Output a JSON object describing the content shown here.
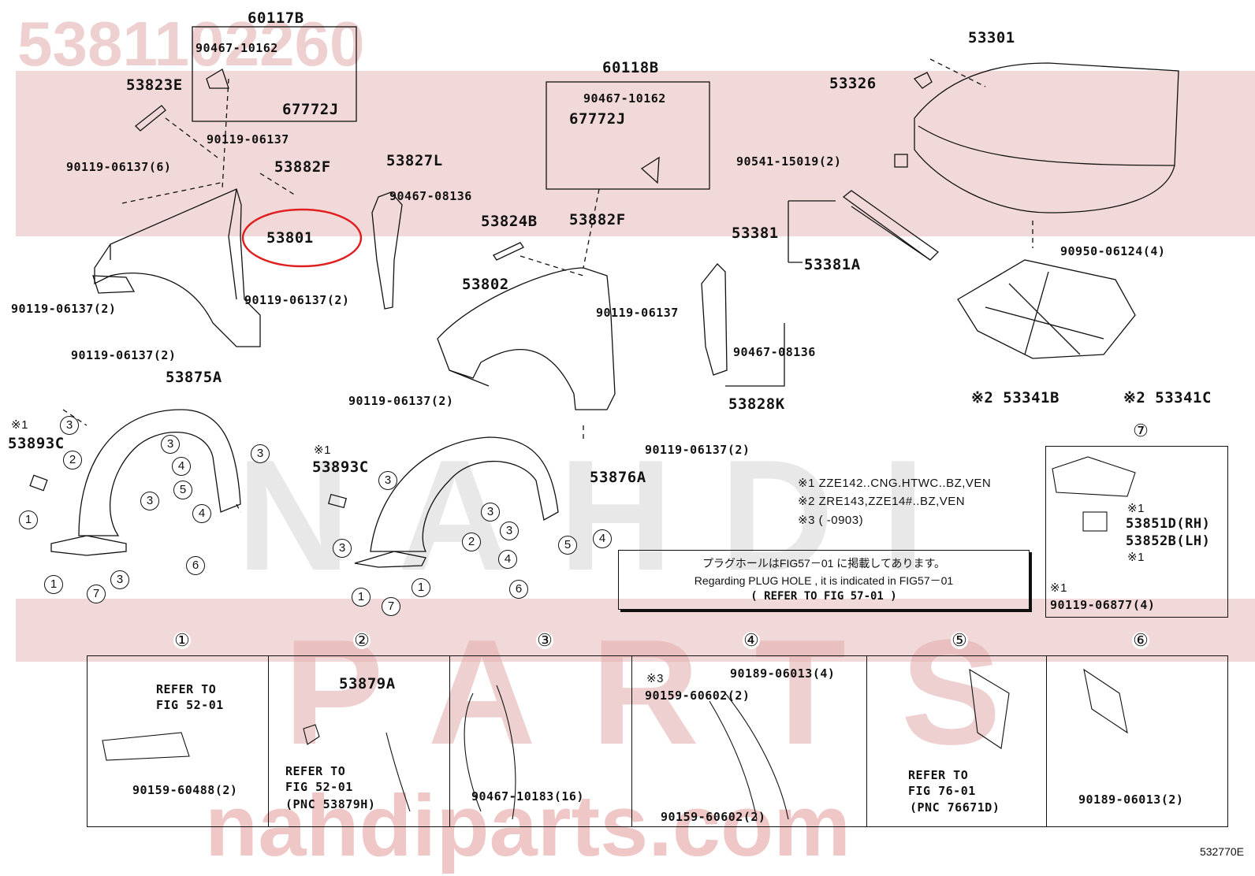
{
  "watermark": {
    "part_number": "5381102260",
    "brand": "NAHDI",
    "word": "PARTS",
    "site": "nahdiparts.com"
  },
  "labels": {
    "p60117B": "60117B",
    "p90467_10162_a": "90467-10162",
    "p53823E": "53823E",
    "p67772J_a": "67772J",
    "p90119_06137_a": "90119-06137",
    "p90119_06137_6": "90119-06137(6)",
    "p53882F_a": "53882F",
    "p53801": "53801",
    "p90119_06137_2a": "90119-06137(2)",
    "p90119_06137_2b": "90119-06137(2)",
    "p90119_06137_2c": "90119-06137(2)",
    "p53827L": "53827L",
    "p90467_08136_a": "90467-08136",
    "p53875A": "53875A",
    "p53893C_a": "53893C",
    "p60118B": "60118B",
    "p90467_10162_b": "90467-10162",
    "p67772J_b": "67772J",
    "p53824B": "53824B",
    "p53882F_b": "53882F",
    "p53802": "53802",
    "p90119_06137_b": "90119-06137",
    "p90119_06137_2d": "90119-06137(2)",
    "p90119_06137_2e": "90119-06137(2)",
    "p53893C_b": "53893C",
    "p53876A": "53876A",
    "p53301": "53301",
    "p53326": "53326",
    "p90541_15019": "90541-15019(2)",
    "p53381": "53381",
    "p53381A": "53381A",
    "p90950_06124": "90950-06124(4)",
    "p90467_08136_b": "90467-08136",
    "p53828K": "53828K",
    "p53341B": "※2 53341B",
    "p53341C": "※2 53341C",
    "p53851D": "53851D(RH)",
    "p53852B": "53852B(LH)",
    "p90119_06877": "90119-06877(4)",
    "mark1": "※1",
    "figure_code": "532770E"
  },
  "notes": [
    "※1 ZZE142..CNG.HTWC..BZ,VEN",
    "※2 ZRE143,ZZE14#..BZ,VEN",
    "※3 (        -0903)"
  ],
  "plug_box": {
    "line1": "プラグホールはFIG57－01 に掲載してあります。",
    "line2": "Regarding PLUG HOLE , it is indicated in FIG57－01",
    "line3": "(   REFER TO FIG 57-01 )"
  },
  "detail_panels": [
    {
      "num": "①",
      "texts": [
        "REFER TO",
        "FIG 52-01",
        "90159-60488(2)"
      ]
    },
    {
      "num": "②",
      "texts": [
        "53879A",
        "REFER TO",
        "FIG 52-01",
        "(PNC 53879H)"
      ]
    },
    {
      "num": "③",
      "texts": [
        "90467-10183(16)"
      ]
    },
    {
      "num": "④",
      "texts": [
        "※3",
        "90159-60602(2)",
        "90189-06013(4)",
        "90159-60602(2)"
      ]
    },
    {
      "num": "⑤",
      "texts": [
        "REFER TO",
        "FIG 76-01",
        "(PNC 76671D)"
      ]
    },
    {
      "num": "⑥",
      "texts": [
        "90189-06013(2)"
      ]
    }
  ],
  "panel7_num": "⑦"
}
